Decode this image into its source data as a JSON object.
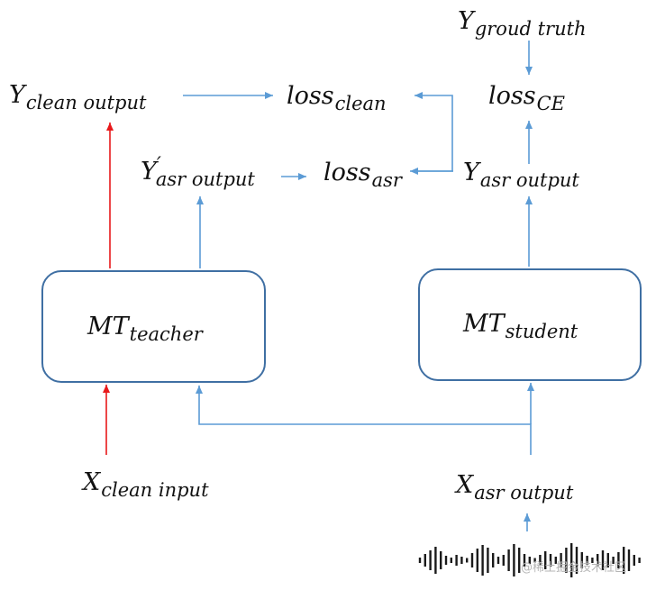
{
  "nodes": {
    "y_ground_truth": {
      "main": "Y",
      "sub": "groud truth"
    },
    "loss_clean": {
      "main": "loss",
      "sub": "clean"
    },
    "loss_ce": {
      "main": "loss",
      "sub": "CE"
    },
    "y_clean_output": {
      "main": "Y",
      "sub": "clean output"
    },
    "y_asr_output_teacher": {
      "main": "Y",
      "prime": "′",
      "sub": "asr output"
    },
    "loss_asr": {
      "main": "loss",
      "sub": "asr"
    },
    "y_asr_output_student": {
      "main": "Y",
      "sub": "asr output"
    },
    "mt_teacher": {
      "main": "MT",
      "sub": "teacher"
    },
    "mt_student": {
      "main": "MT",
      "sub": "student"
    },
    "x_clean_input": {
      "main": "X",
      "sub": "clean input"
    },
    "x_asr_output": {
      "main": "X",
      "sub": "asr output"
    }
  },
  "icons": {
    "audio": "audio-waveform-icon"
  },
  "watermark": "@稀土掘金技术社区",
  "colors": {
    "blue_arrow": "#5b9bd5",
    "red_arrow": "#e8191b",
    "box_border": "#3f6fa3"
  }
}
